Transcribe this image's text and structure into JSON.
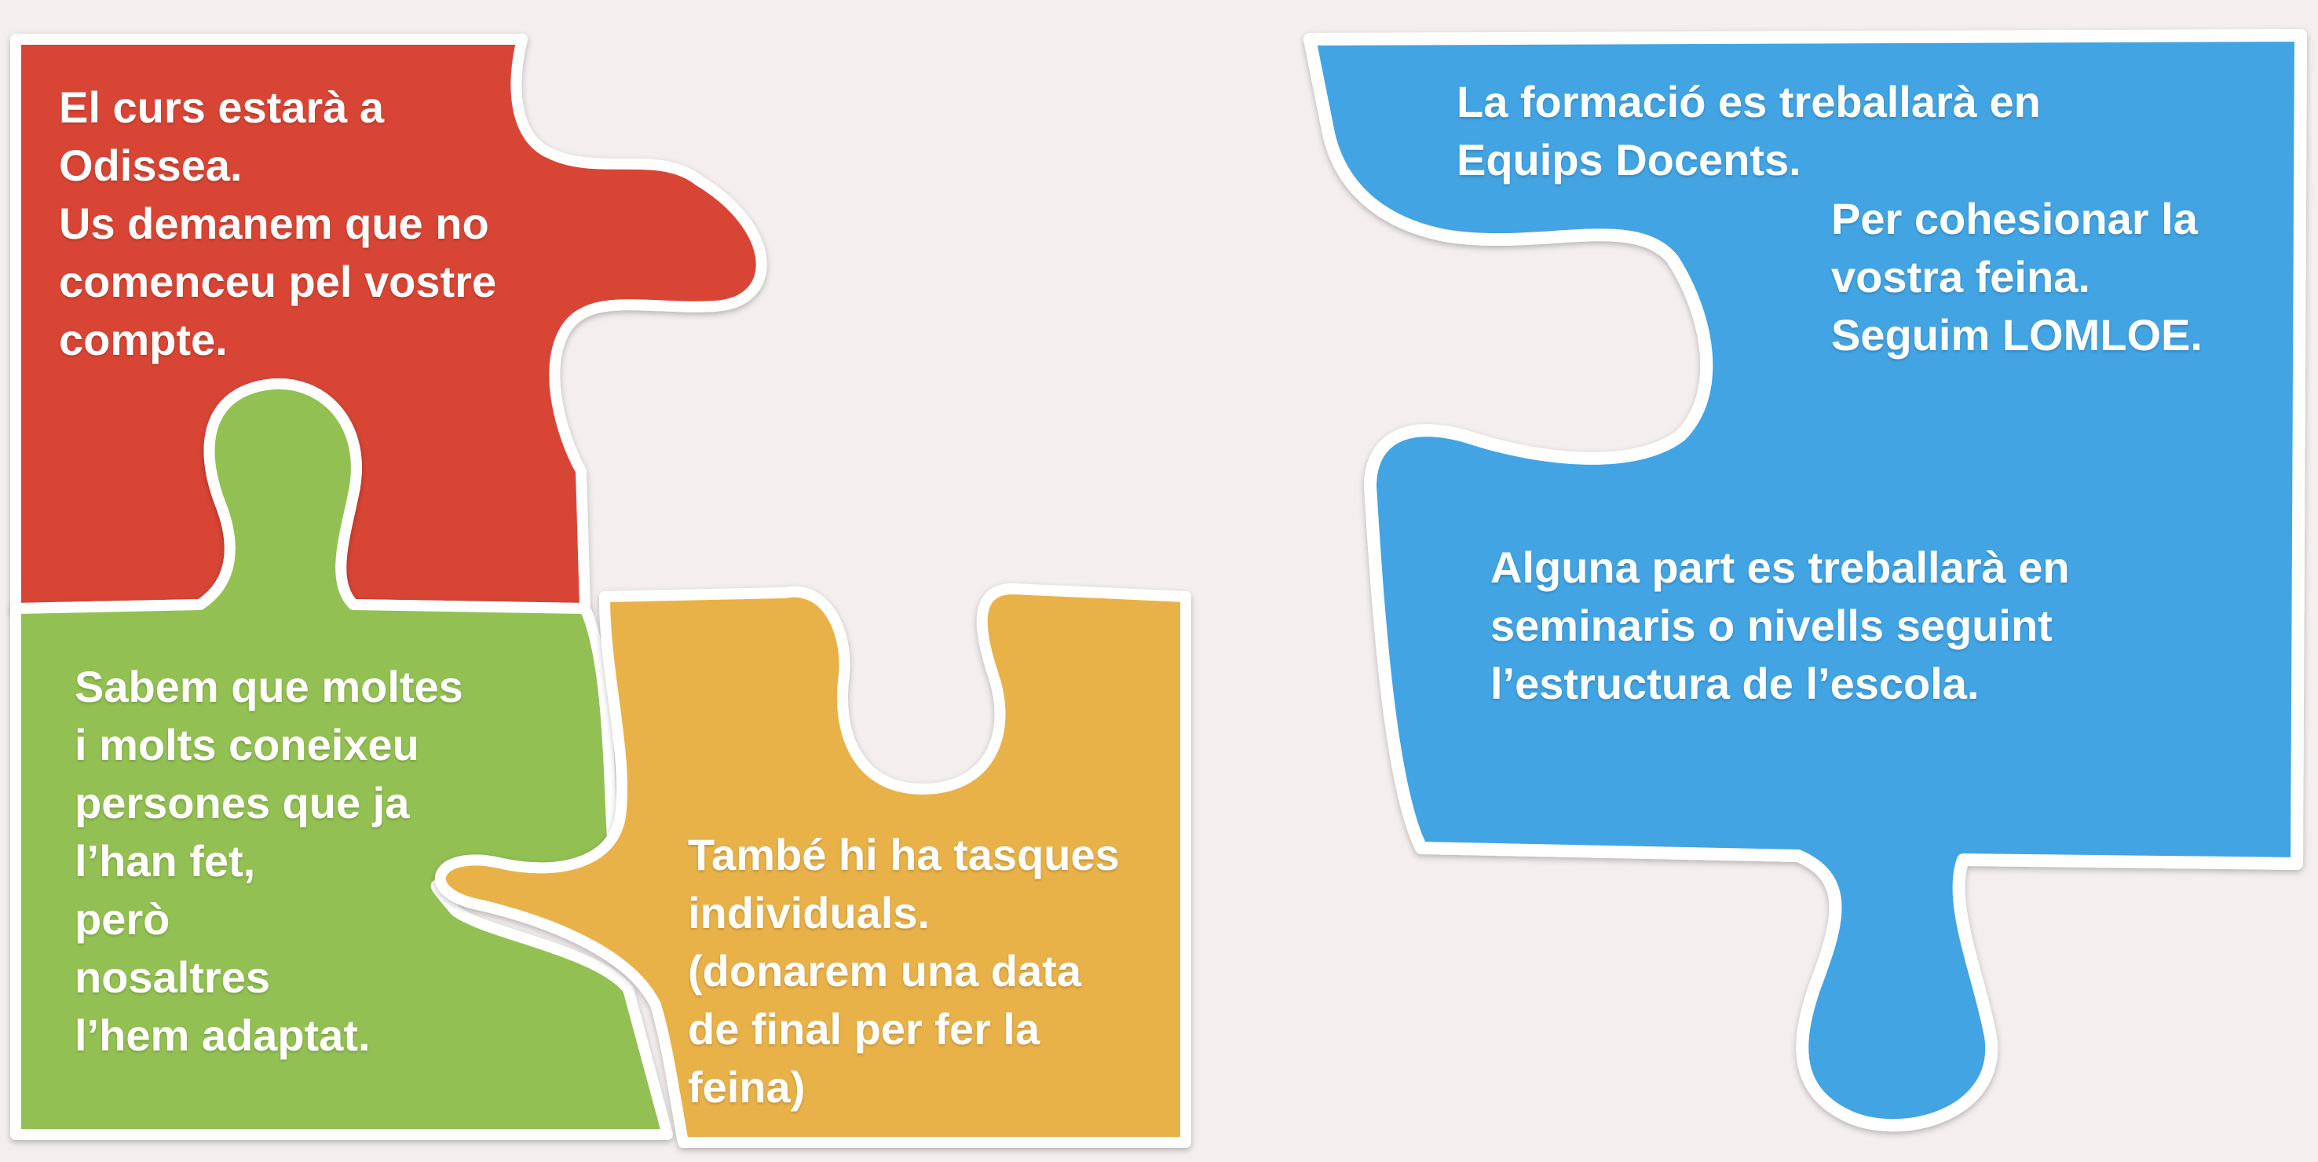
{
  "colors": {
    "background": "#f4eeee",
    "red": "#d94535",
    "green": "#93c052",
    "yellow": "#e8b24a",
    "blue": "#43a4e3",
    "outline": "#ffffff"
  },
  "pieces": {
    "red": {
      "text": "El curs estarà a\nOdissea.\nUs demanem que no\ncomenceu pel vostre\ncompte."
    },
    "green": {
      "text": "Sabem que moltes\ni molts coneixeu\npersones que ja\nl’han fet,\nperò\nnosaltres\nl’hem adaptat."
    },
    "yellow": {
      "text": "També hi ha tasques\nindividuals.\n(donarem una data\nde final per fer la\nfeina)"
    },
    "blue": {
      "text1": "La formació es treballarà en\nEquips Docents.",
      "text2": "Per cohesionar la\nvostra feina.\nSeguim LOMLOE.",
      "text3": "Alguna part es treballarà en\nseminaris o nivells seguint\nl’estructura de l’escola."
    }
  }
}
